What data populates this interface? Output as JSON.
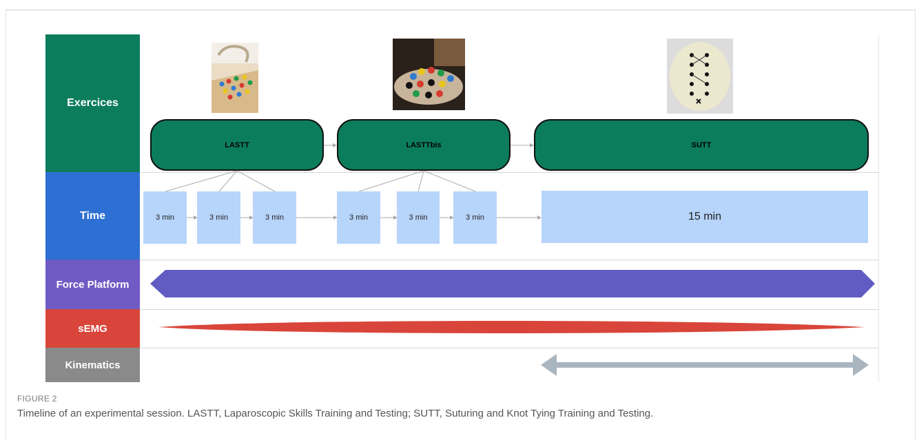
{
  "rows": {
    "exercises": "Exercices",
    "time": "Time",
    "force_platform": "Force Platform",
    "semg": "sEMG",
    "kinematics": "Kinematics"
  },
  "exercises": [
    {
      "label": "LASTT",
      "photo": "lastt-pegboard-photo"
    },
    {
      "label": "LASTTbis",
      "photo": "lasttbis-pegboard-photo"
    },
    {
      "label": "SUTT",
      "photo": "sutt-suture-pad-photo"
    }
  ],
  "time_blocks": {
    "lastt": [
      "3 min",
      "3 min",
      "3 min"
    ],
    "lasttbis": [
      "3 min",
      "3 min",
      "3 min"
    ],
    "sutt": "15 min"
  },
  "colors": {
    "exercises": "#0c7d5c",
    "time": "#2d6fd3",
    "force_platform": "#6f5bc3",
    "semg": "#d9453a",
    "kinematics": "#8a8a8a",
    "time_block": "#b7d4fb",
    "force_arrow": "#615cc4",
    "semg_bar": "#d9453a",
    "kinematics_arrow": "#a9b5bf"
  },
  "caption": {
    "figure_label": "FIGURE 2",
    "text": "Timeline of an experimental session. LASTT, Laparoscopic Skills Training and Testing; SUTT, Suturing and Knot Tying Training and Testing."
  }
}
